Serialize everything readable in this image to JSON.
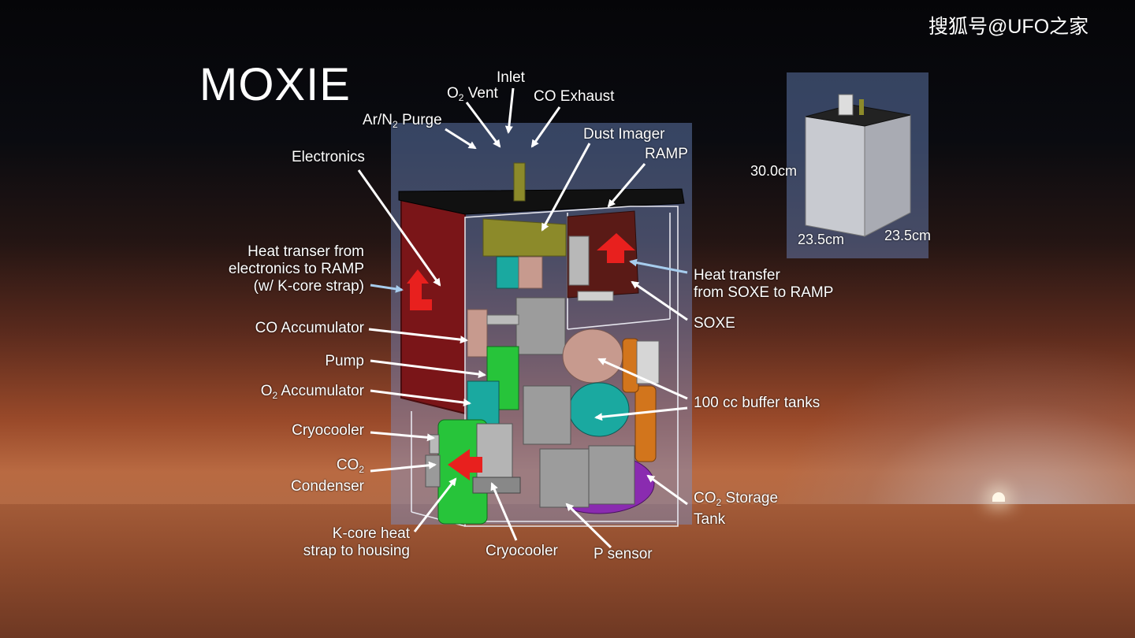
{
  "watermark": "搜狐号@UFO之家",
  "title": "MOXIE",
  "labels": {
    "inlet": "Inlet",
    "o2_vent_o": "O",
    "o2_vent_sub": "2",
    "o2_vent_rest": " Vent",
    "co_exhaust": "CO Exhaust",
    "ar_purge_a": "Ar/N",
    "ar_purge_sub": "2",
    "ar_purge_rest": " Purge",
    "electronics": "Electronics",
    "dust_imager": "Dust Imager",
    "ramp": "RAMP",
    "heat_electronics_1": "Heat transer from",
    "heat_electronics_2": "electronics to RAMP",
    "heat_electronics_3": "(w/ K-core strap)",
    "co_accumulator": "CO Accumulator",
    "pump": "Pump",
    "o2_acc_o": "O",
    "o2_acc_sub": "2",
    "o2_acc_rest": " Accumulator",
    "cryocooler_left": "Cryocooler",
    "co2_cond_co": "CO",
    "co2_cond_sub": "2",
    "co2_cond_rest": "Condenser",
    "kcore_1": "K-core heat",
    "kcore_2": "strap to housing",
    "cryocooler_bottom": "Cryocooler",
    "p_sensor": "P sensor",
    "heat_soxe_1": "Heat transfer",
    "heat_soxe_2": "from SOXE to RAMP",
    "soxe": "SOXE",
    "buffer_tanks": "100 cc buffer tanks",
    "co2_tank_co": "CO",
    "co2_tank_sub": "2",
    "co2_tank_rest": " Storage",
    "co2_tank_2": "Tank"
  },
  "dimensions": {
    "height": "30.0cm",
    "width": "23.5cm",
    "depth": "23.5cm"
  },
  "colors": {
    "electronics_box": "#7a1518",
    "ramp_lid": "#111111",
    "frame_lines": "#e6e6ee",
    "soxe_block": "#5a1a16",
    "olive_block": "#8c8a2a",
    "teal": "#1aa9a0",
    "green_cylinder": "#27c43a",
    "buffer_tank_pink": "#c79a8e",
    "purple_tank": "#8a2bb0",
    "gray_block": "#9c9c9c",
    "red_arrow": "#e8201e",
    "label_arrow": "#ffffff",
    "light_blue_arrow": "#a7cdee"
  }
}
